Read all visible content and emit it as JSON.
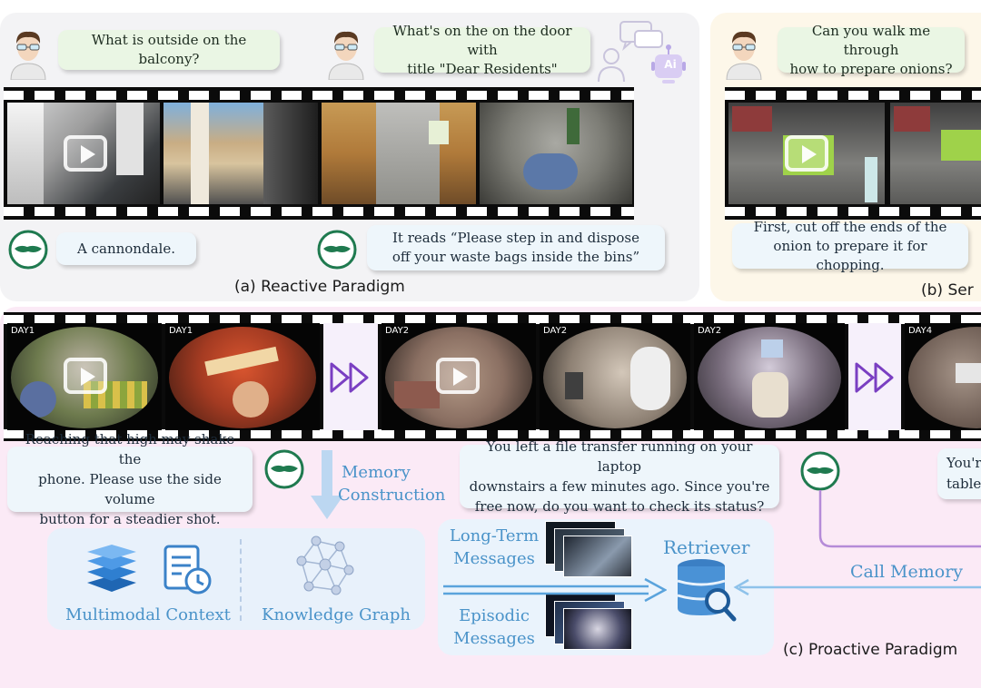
{
  "reactive": {
    "caption": "(a) Reactive Paradigm",
    "q1": "What is outside on the balcony?",
    "q2_line1": "What's on the on the door with",
    "q2_line2": "title \"Dear Residents\"",
    "a1": "A cannondale.",
    "a2_line1": "It reads “Please step in and dispose",
    "a2_line2": "off your waste bags inside the bins”"
  },
  "semi": {
    "caption": "(b) Ser",
    "q_line1": "Can you walk me through",
    "q_line2": "how to prepare onions?",
    "a_line1": "First, cut off the ends of the",
    "a_line2": "onion to prepare it for chopping."
  },
  "proactive": {
    "caption": "(c) Proactive Paradigm",
    "day_labels": [
      "DAY1",
      "DAY1",
      "DAY2",
      "DAY2",
      "DAY2",
      "DAY4"
    ],
    "msg1_line1": "Reaching that high may shake the",
    "msg1_line2": "phone. Please use the side volume",
    "msg1_line3": "button for a steadier shot.",
    "memory_line1": "Memory",
    "memory_line2": "Construction",
    "msg2_line1": "You left a file transfer running on your laptop",
    "msg2_line2": "downstairs a few minutes ago. Since you're",
    "msg2_line3": "free now, do you want to check its status?",
    "msg3_line1": "You'r",
    "msg3_line2": "table",
    "multimodal": "Multimodal Context",
    "knowledge": "Knowledge Graph",
    "long_line1": "Long-Term",
    "long_line2": "Messages",
    "episodic_line1": "Episodic",
    "episodic_line2": "Messages",
    "retriever": "Retriever",
    "call_memory": "Call Memory"
  },
  "ai_badge": "Ai",
  "colors": {
    "reactive_bg": "#f3f3f5",
    "semi_bg": "#fdf7e9",
    "proactive_bg": "#fbeaf6",
    "accent_blue": "#4a93c9",
    "purple": "#7a3fc2",
    "glasses_green": "#1f7a4f"
  }
}
